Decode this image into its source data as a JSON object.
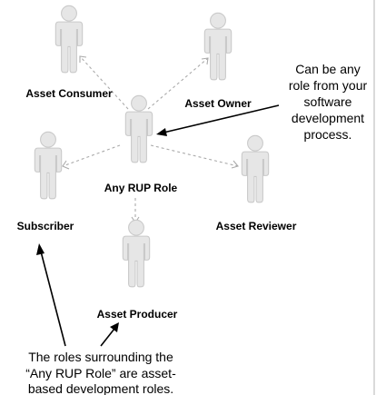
{
  "actors": {
    "asset_consumer": "Asset Consumer",
    "asset_owner": "Asset Owner",
    "any_rup_role": "Any RUP Role",
    "subscriber": "Subscriber",
    "asset_reviewer": "Asset Reviewer",
    "asset_producer": "Asset Producer"
  },
  "notes": {
    "any_role": [
      "Can be any",
      "role from your",
      "software",
      "development",
      "process."
    ],
    "surrounding_roles": [
      "The roles surrounding the",
      "“Any RUP Role” are asset-",
      "based development roles."
    ]
  }
}
